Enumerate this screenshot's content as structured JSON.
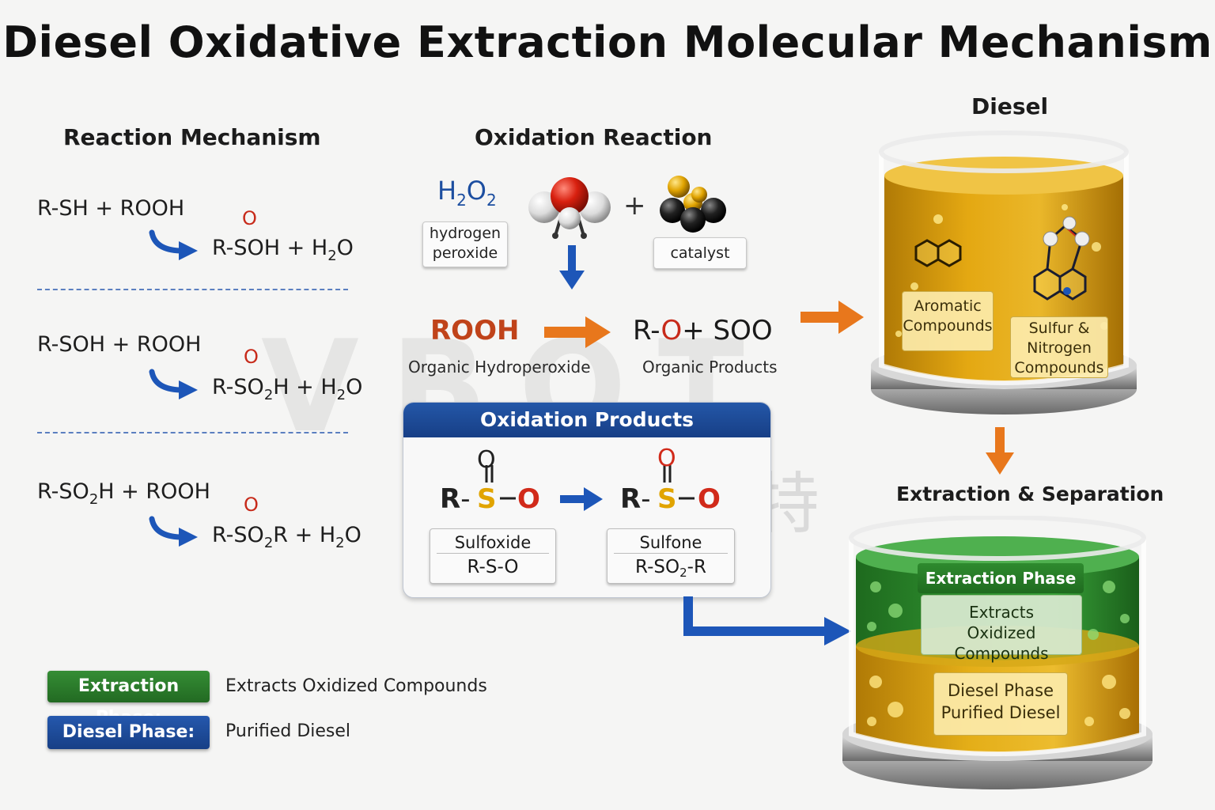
{
  "title": "Diesel Oxidative Extraction Molecular Mechanism",
  "mechanism": {
    "heading": "Reaction Mechanism",
    "steps": [
      {
        "reactants": [
          "R-SH + ROOH"
        ],
        "product_parts": [
          "R-SOH + H",
          "2",
          "O"
        ]
      },
      {
        "reactants": [
          "R-SOH + ROOH"
        ],
        "product_parts": [
          "R-SO",
          "2",
          "H + H",
          "2",
          "O"
        ]
      },
      {
        "reactant_parts": [
          "R-SO",
          "2",
          "H + ROOH"
        ],
        "product_parts": [
          "R-SO",
          "2",
          "R + H",
          "2",
          "O"
        ]
      }
    ],
    "oxygen_symbol": "O"
  },
  "oxidation": {
    "heading": "Oxidation Reaction",
    "h2o2_parts": [
      "H",
      "2",
      "O",
      "2"
    ],
    "h2o2_label": [
      "hydrogen",
      "peroxide"
    ],
    "plus": "+",
    "catalyst_label": "catalyst",
    "rooh": "ROOH",
    "rooh_label": "Organic Hydroperoxide",
    "products_parts": [
      "R-",
      "O",
      "+ SOO"
    ],
    "products_label": "Organic Products"
  },
  "products_panel": {
    "heading": "Oxidation Products",
    "sulfoxide": {
      "name": "Sulfoxide",
      "formula": "R-S-O"
    },
    "sulfone": {
      "name": "Sulfone",
      "formula_parts": [
        "R-SO",
        "2",
        "-R"
      ]
    },
    "struct_atoms": {
      "r": "R",
      "s": "S",
      "o": "O"
    }
  },
  "diesel": {
    "heading": "Diesel",
    "aromatic": [
      "Aromatic",
      "Compounds"
    ],
    "sulfur": [
      "Sulfur &",
      "Nitrogen",
      "Compounds"
    ]
  },
  "extraction": {
    "heading": "Extraction & Separation",
    "phase_label": "Extraction Phase",
    "extracts": [
      "Extracts",
      "Oxidized Compounds"
    ],
    "diesel_phase": [
      "Diesel Phase",
      "Purified Diesel"
    ]
  },
  "legend": [
    {
      "label": "Extraction Phase:",
      "desc": "Extracts Oxidized Compounds",
      "color": "#2c7a2e"
    },
    {
      "label": "Diesel Phase:",
      "desc": "Purified Diesel",
      "color": "#1d4b9e"
    }
  ],
  "watermark": {
    "latin": "VBOT",
    "cjk": "威搏尔特"
  },
  "colors": {
    "accent_blue": "#1d4b9e",
    "accent_orange": "#e8771c",
    "oxygen_red": "#d12a1a",
    "sulfur_yellow": "#e1a400"
  }
}
